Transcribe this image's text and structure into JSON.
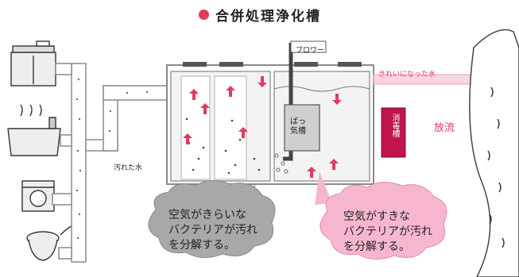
{
  "title": "合併処理浄化槽",
  "labels": {
    "blower": "ブロワー",
    "clean_water": "きれいになった水",
    "disinfection_tank": "消毒槽",
    "discharge": "放流",
    "dirty_water": "汚れた水",
    "contact_media": "ばっ気槽"
  },
  "clouds": {
    "anaerobic": "空気がきらいな\nバクテリアが汚れ\nを分解する。",
    "aerobic": "空気がすきな\nバクテリアが汚れ\nを分解する。"
  },
  "colors": {
    "accent": "#e23a5f",
    "pipe_outline": "#9a9a9a",
    "tank_gray": "#cfcfcf",
    "cloud_gray": "#a8a8a8",
    "cloud_pink": "#f7b6cf"
  },
  "icons": [
    "kitchen-sink-icon",
    "bathtub-icon",
    "washing-machine-icon",
    "toilet-icon",
    "river-icon"
  ]
}
